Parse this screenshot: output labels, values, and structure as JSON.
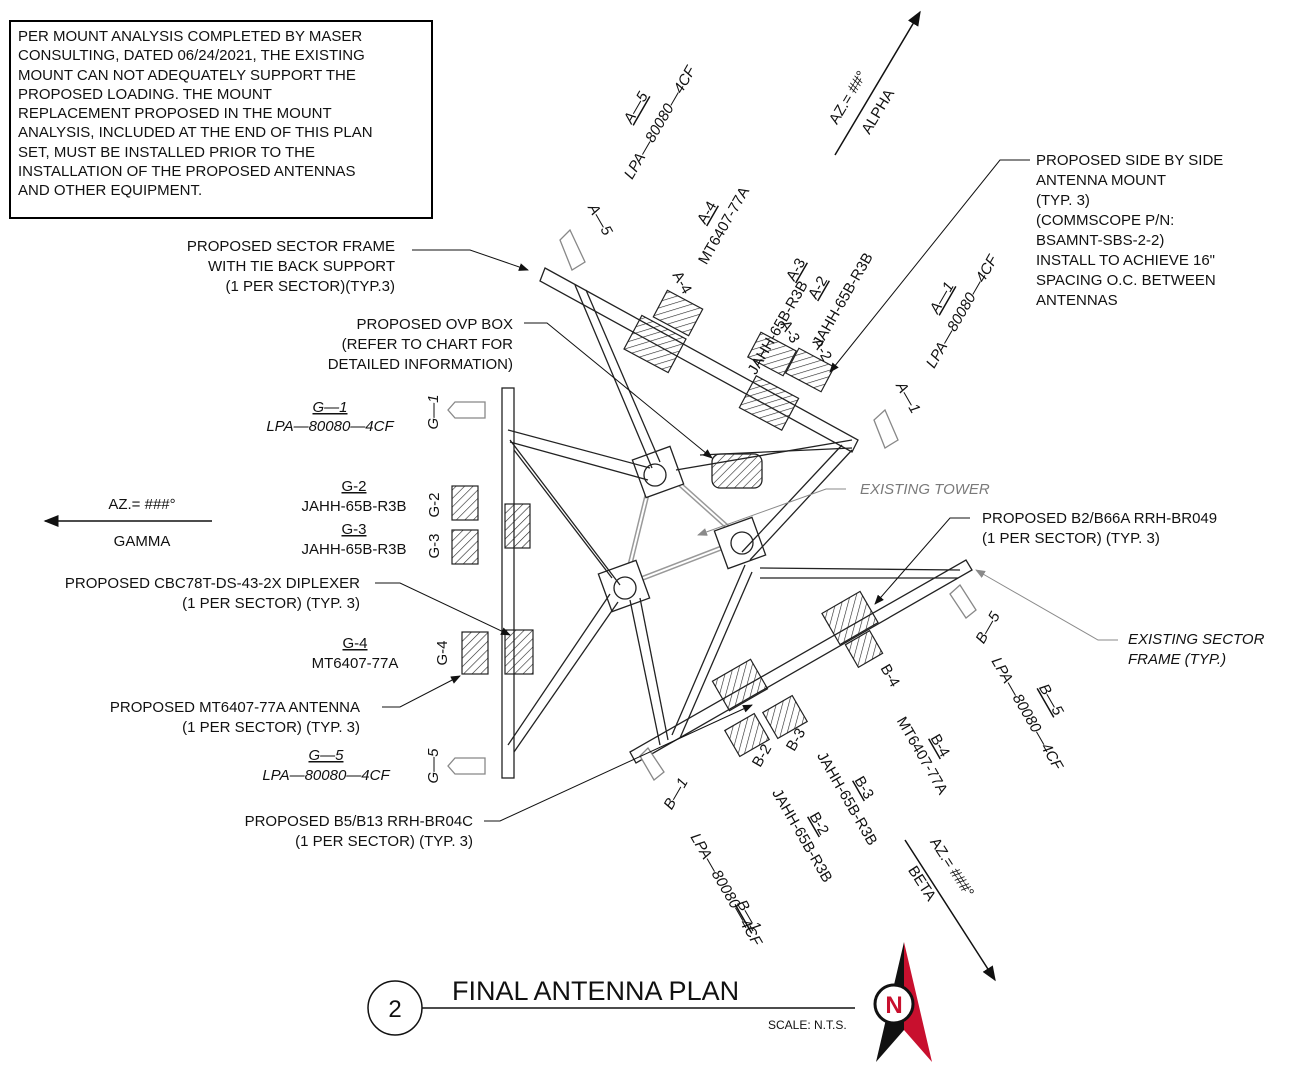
{
  "note": {
    "lines": [
      "PER MOUNT ANALYSIS COMPLETED BY MASER",
      "CONSULTING, DATED 06/24/2021, THE EXISTING",
      "MOUNT CAN NOT ADEQUATELY SUPPORT THE",
      "PROPOSED LOADING. THE MOUNT",
      "REPLACEMENT PROPOSED IN THE MOUNT",
      "ANALYSIS, INCLUDED AT THE END OF THIS PLAN",
      "SET, MUST BE INSTALLED PRIOR TO THE",
      "INSTALLATION OF THE PROPOSED ANTENNAS",
      "AND OTHER EQUIPMENT."
    ]
  },
  "callouts": {
    "sector_frame": [
      "PROPOSED SECTOR FRAME",
      "WITH TIE BACK SUPPORT",
      "(1 PER SECTOR)(TYP.3)"
    ],
    "ovp_box": [
      "PROPOSED OVP BOX",
      "(REFER TO CHART FOR",
      "DETAILED INFORMATION)"
    ],
    "side_mount": [
      "PROPOSED SIDE BY SIDE",
      "ANTENNA MOUNT",
      "(TYP. 3)",
      "(COMMSCOPE P/N:",
      "BSAMNT-SBS-2-2)",
      "INSTALL TO ACHIEVE 16\"",
      "SPACING O.C. BETWEEN",
      "ANTENNAS"
    ],
    "existing_tower": "EXISTING TOWER",
    "rrh_b2": [
      "PROPOSED B2/B66A RRH-BR049",
      "(1 PER SECTOR) (TYP. 3)"
    ],
    "diplexer": [
      "PROPOSED CBC78T-DS-43-2X DIPLEXER",
      "(1 PER SECTOR) (TYP. 3)"
    ],
    "existing_sector": [
      "EXISTING SECTOR",
      "FRAME  (TYP.)"
    ],
    "mt_antenna": [
      "PROPOSED MT6407-77A ANTENNA",
      "(1 PER SECTOR) (TYP. 3)"
    ],
    "rrh_b5": [
      "PROPOSED B5/B13 RRH-BR04C",
      "(1 PER SECTOR) (TYP. 3)"
    ]
  },
  "sectors": {
    "alpha": {
      "az": "AZ.= ##°",
      "name": "ALPHA"
    },
    "gamma": {
      "az": "AZ.= ###°",
      "name": "GAMMA"
    },
    "beta": {
      "az": "AZ.= ###°",
      "name": "BETA"
    }
  },
  "antennas": {
    "a5": {
      "id": "A—5",
      "model": "LPA—80080—4CF",
      "tag": "A—5"
    },
    "a4": {
      "id": "A-4",
      "model": "MT6407-77A",
      "tag": "A-4"
    },
    "a3": {
      "id": "A-3",
      "model": "JAHH-65B-R3B",
      "tag": "A-3"
    },
    "a2": {
      "id": "A-2",
      "model": "JAHH-65B-R3B",
      "tag": "A-2"
    },
    "a1": {
      "id": "A—1",
      "model": "LPA—80080—4CF",
      "tag": "A—1"
    },
    "g1": {
      "id": "G—1",
      "model": "LPA—80080—4CF",
      "tag": "G—1"
    },
    "g2": {
      "id": "G-2",
      "model": "JAHH-65B-R3B",
      "tag": "G-2"
    },
    "g3": {
      "id": "G-3",
      "model": "JAHH-65B-R3B",
      "tag": "G-3"
    },
    "g4": {
      "id": "G-4",
      "model": "MT6407-77A",
      "tag": "G-4"
    },
    "g5": {
      "id": "G—5",
      "model": "LPA—80080—4CF",
      "tag": "G—5"
    },
    "b5": {
      "id": "B—5",
      "model": "LPA—80080—4CF",
      "tag": "B—5"
    },
    "b4": {
      "id": "B-4",
      "model": "MT6407-77A",
      "tag": "B-4"
    },
    "b3": {
      "id": "B-3",
      "model": "JAHH-65B-R3B",
      "tag": "B-3"
    },
    "b2": {
      "id": "B-2",
      "model": "JAHH-65B-R3B",
      "tag": "B-2"
    },
    "b1": {
      "id": "B—1",
      "model": "LPA—80080—4CF",
      "tag": "B—1"
    }
  },
  "title_block": {
    "number": "2",
    "title": "FINAL ANTENNA PLAN",
    "scale": "SCALE: N.T.S.",
    "north": "N"
  },
  "colors": {
    "north_arrow": "#c8102e",
    "ink": "#111111",
    "gray": "#8a8a8a"
  }
}
